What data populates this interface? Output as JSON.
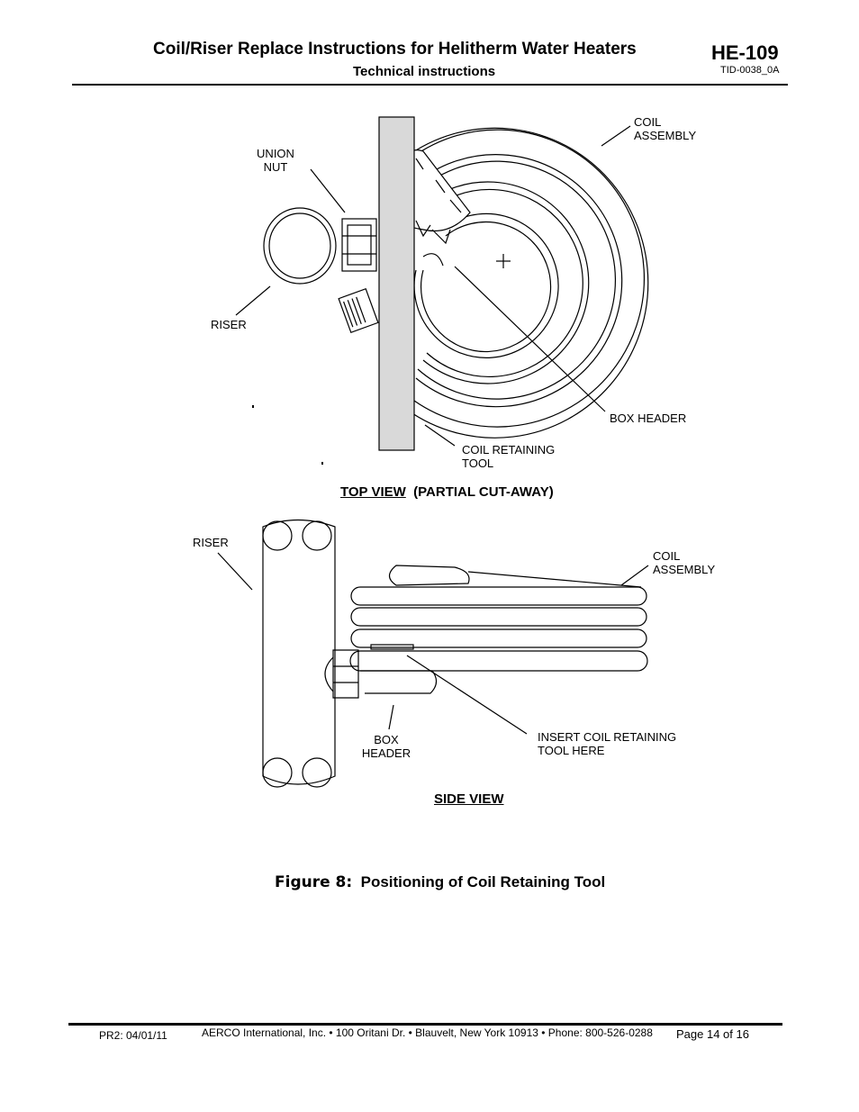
{
  "header": {
    "title": "Coil/Riser Replace Instructions for Helitherm Water Heaters",
    "subtitle": "Technical instructions",
    "doc_number": "HE-109",
    "tid": "TID-0038_0A"
  },
  "top_view": {
    "labels": {
      "coil_assembly": [
        "COIL",
        "ASSEMBLY"
      ],
      "union_nut": [
        "UNION",
        "NUT"
      ],
      "riser": "RISER",
      "box_header": "BOX HEADER",
      "coil_retaining_tool": [
        "COIL RETAINING",
        "TOOL"
      ]
    },
    "caption_underlined": "TOP VIEW",
    "caption_rest": "(PARTIAL CUT-AWAY)"
  },
  "side_view": {
    "labels": {
      "riser": "RISER",
      "coil_assembly": [
        "COIL",
        "ASSEMBLY"
      ],
      "box_header": [
        "BOX",
        "HEADER"
      ],
      "insert_tool": [
        "INSERT COIL RETAINING",
        "TOOL HERE"
      ]
    },
    "caption": "SIDE VIEW"
  },
  "figure": {
    "number": "Figure 8:",
    "title": "Positioning of Coil Retaining Tool"
  },
  "footer": {
    "revision": "PR2: 04/01/11",
    "address": "AERCO International, Inc. • 100 Oritani Dr. •  Blauvelt, New York 10913 • Phone: 800-526-0288",
    "page": "Page 14 of 16"
  }
}
